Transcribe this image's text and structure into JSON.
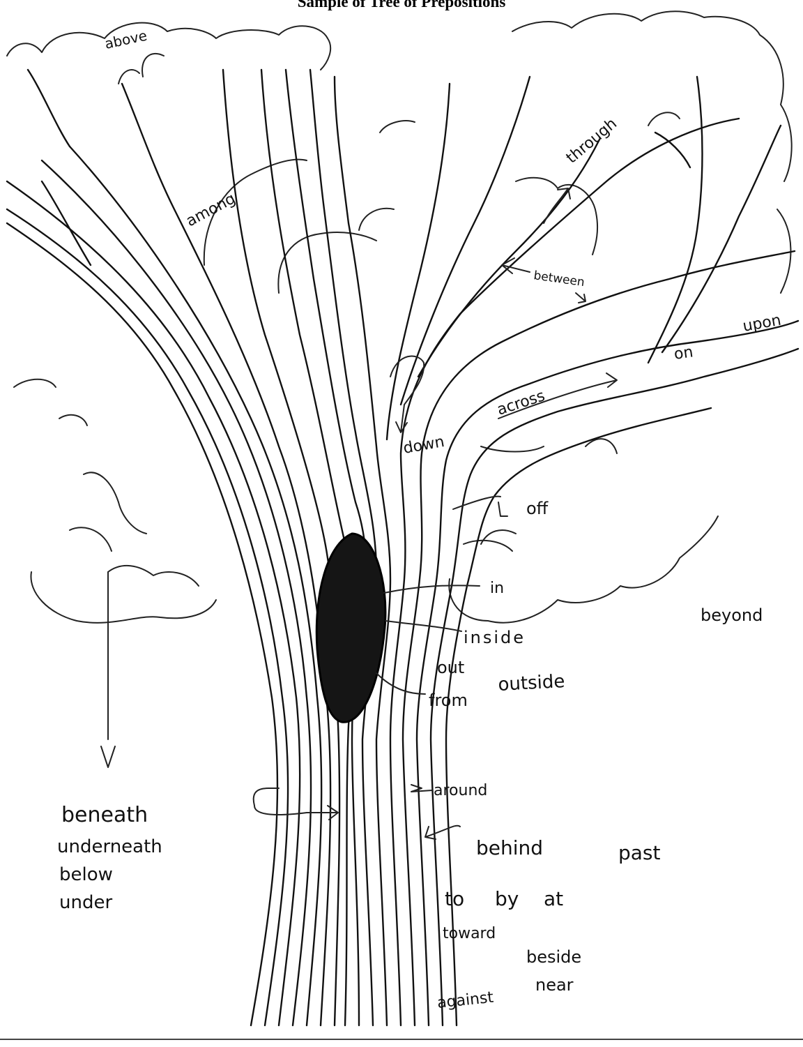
{
  "title": "Sample of Tree of Prepositions",
  "labels": {
    "above": "above",
    "among": "among",
    "through": "through",
    "between": "between",
    "upon": "upon",
    "on": "on",
    "across": "across",
    "down": "down",
    "off": "off",
    "in": "in",
    "inside": "inside",
    "beyond": "beyond",
    "out": "out",
    "outside": "outside",
    "from": "from",
    "around": "around",
    "beneath": "beneath",
    "underneath": "underneath",
    "below": "below",
    "under": "under",
    "behind": "behind",
    "past": "past",
    "to": "to",
    "by": "by",
    "at": "at",
    "toward": "toward",
    "beside": "beside",
    "near": "near",
    "against": "against"
  },
  "colors": {
    "ink": "#111111",
    "paper": "#ffffff",
    "hollow": "#151515"
  }
}
